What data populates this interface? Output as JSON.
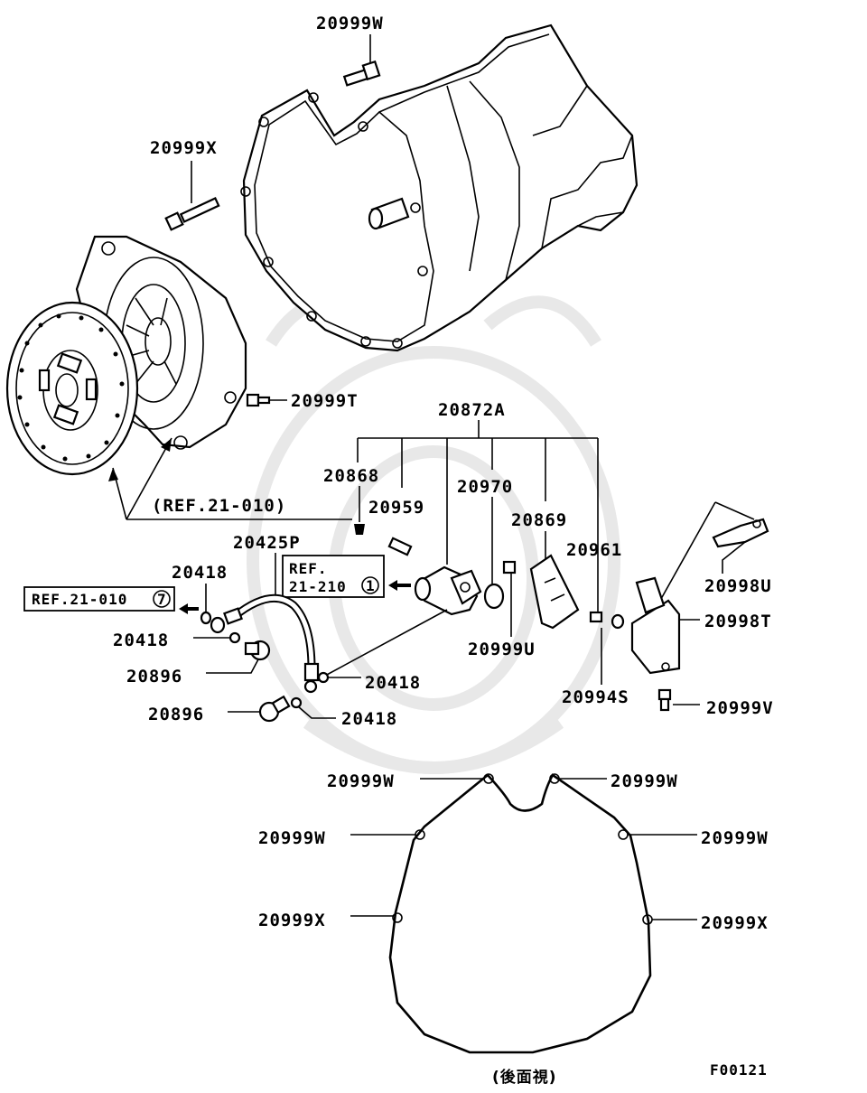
{
  "labels": {
    "bolt_top": "20999W",
    "bolt_left": "20999X",
    "bolt_t": "20999T",
    "kit": "20872A",
    "c20868": "20868",
    "c20959": "20959",
    "c20970": "20970",
    "c20869": "20869",
    "c20961": "20961",
    "hose": "20425P",
    "g20418a": "20418",
    "g20418b": "20418",
    "g20418c": "20418",
    "g20418d": "20418",
    "b20896a": "20896",
    "b20896b": "20896",
    "b20999u": "20999U",
    "w20994s": "20994S",
    "br20998u": "20998U",
    "br20998t": "20998T",
    "b20999v": "20999V",
    "rv_w1": "20999W",
    "rv_w2": "20999W",
    "rv_w3": "20999W",
    "rv_w4": "20999W",
    "rv_x1": "20999X",
    "rv_x2": "20999X",
    "ref_clutch": "(REF.21-010)",
    "ref_a_text": "REF.21-010",
    "ref_a_num": "7",
    "ref_b_line1": "REF.",
    "ref_b_line2": "21-210",
    "ref_b_num": "1",
    "rear_view": "(後面視)",
    "fig_code": "F00121"
  }
}
